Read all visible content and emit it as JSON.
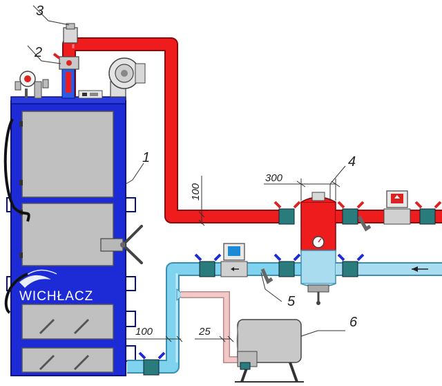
{
  "brand": {
    "name": "WICHŁACZ"
  },
  "callouts": {
    "c1": "1",
    "c2": "2",
    "c3": "3",
    "c4": "4",
    "c5": "5",
    "c6": "6"
  },
  "dimensions": {
    "riser_gap": "100",
    "separator_spacing": "300",
    "return_gap": "100",
    "expansion_line": "25"
  },
  "colors": {
    "boiler_body": "#1c2bd6",
    "boiler_door": "#bfbfbf",
    "supply_pipe": "#ee1c1c",
    "return_pipe": "#7fd3ef",
    "expansion_pipe": "#f2c9c9",
    "tank": "#c8c8c8",
    "valve_handle": "#d22222",
    "valve_body": "#2a7c7c"
  },
  "icons": {
    "pump": "circulation-pump-icon",
    "valve": "ball-valve-icon",
    "gauge": "thermomanometer-icon",
    "fan": "blower-fan-icon"
  }
}
